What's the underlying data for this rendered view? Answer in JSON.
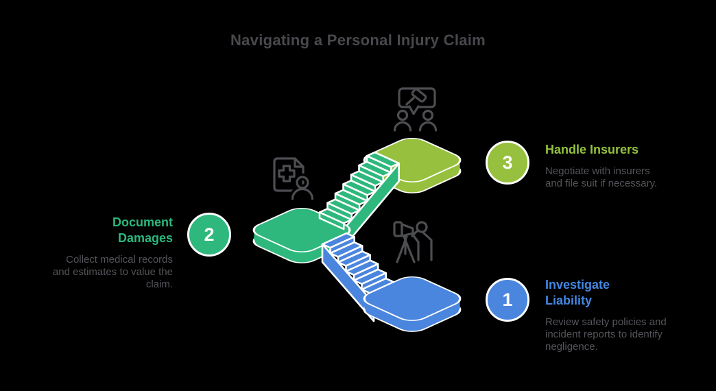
{
  "title": "Navigating a Personal Injury Claim",
  "steps": [
    {
      "number": "1",
      "heading": "Investigate\nLiability",
      "description": "Review safety policies and\nincident reports to identify\nnegligence.",
      "accent": "#4a85de",
      "icon": "investigator-telescope-icon"
    },
    {
      "number": "2",
      "heading": "Document\nDamages",
      "description": "Collect medical records\nand estimates to value the\nclaim.",
      "accent": "#2fb87d",
      "icon": "medical-records-icon"
    },
    {
      "number": "3",
      "heading": "Handle Insurers",
      "description": "Negotiate with insurers\nand file suit if necessary.",
      "accent": "#96c03d",
      "icon": "insurers-meeting-icon"
    }
  ],
  "colors": {
    "background": "#000000",
    "title_text": "#48494d",
    "body_text": "#54555a",
    "outline": "#ffffff",
    "icon_stroke": "#4d4e52",
    "green": "#2fb87d",
    "olive": "#96c03d",
    "blue": "#4a85de"
  }
}
